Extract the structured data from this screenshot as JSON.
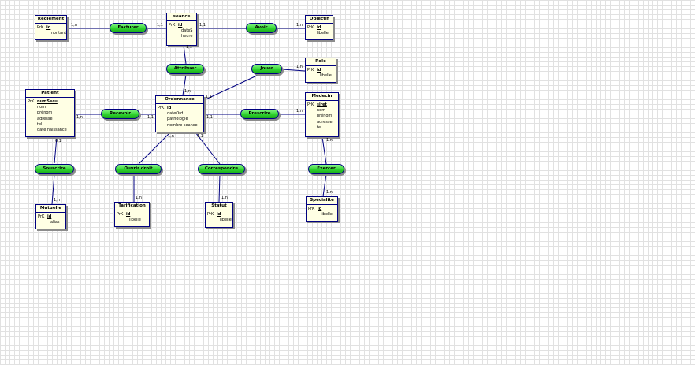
{
  "entities": {
    "reglement": {
      "title": "Reglement",
      "pk": "PrK",
      "key": "id",
      "attrs": [
        "montant"
      ]
    },
    "seance": {
      "title": "seance",
      "pk": "PrK",
      "key": "id",
      "attrs": [
        "dateS",
        "heure"
      ]
    },
    "objectif": {
      "title": "Objectif",
      "pk": "PrK",
      "key": "id",
      "attrs": [
        "libelle"
      ]
    },
    "role": {
      "title": "Role",
      "pk": "PrK",
      "key": "id",
      "attrs": [
        "libelle"
      ]
    },
    "patient": {
      "title": "Patient",
      "pk": "PrK",
      "key": "numSecu",
      "attrs": [
        "nom",
        "prénom",
        "adresse",
        "tel",
        "date naissance"
      ]
    },
    "ordonnance": {
      "title": "Ordonnance",
      "pk": "PrK",
      "key": "id",
      "attrs": [
        "dateOrd",
        "pathologie",
        "nombre seance"
      ]
    },
    "medecin": {
      "title": "Medecin",
      "pk": "PrK",
      "key": "siret",
      "attrs": [
        "nom",
        "prénom",
        "adresse",
        "tel"
      ]
    },
    "mutuelle": {
      "title": "Mutuelle",
      "pk": "PrK",
      "key": "id",
      "attrs": [
        "alias"
      ]
    },
    "tarification": {
      "title": "Tarification",
      "pk": "PrK",
      "key": "id",
      "attrs": [
        "libelle"
      ]
    },
    "statut": {
      "title": "Statut",
      "pk": "PrK",
      "key": "id",
      "attrs": [
        "libelle"
      ]
    },
    "specialite": {
      "title": "Spécialité",
      "pk": "PrK",
      "key": "id",
      "attrs": [
        "libelle"
      ]
    }
  },
  "relations": {
    "facturer": "Facturer",
    "avoir": "Avoir",
    "attribuer": "Attribuer",
    "jouer": "Jouer",
    "recevoir": "Recevoir",
    "prescrire": "Prescrire",
    "souscrire": "Souscrire",
    "ouvrir_droit": "Ouvrir droit",
    "correspondre": "Correspondre",
    "exercer": "Exercer"
  },
  "cardinalities": {
    "reglement_facturer": "1,n",
    "seance_facturer": "1,1",
    "seance_avoir": "1,1",
    "objectif_avoir": "1,n",
    "seance_attribuer": "1,1",
    "ordonnance_attribuer": "1,n",
    "role_jouer": "1,n",
    "ordonnance_jouer": "1,1",
    "patient_recevoir": "1,n",
    "ordonnance_recevoir": "1,1",
    "ordonnance_prescrire": "1,1",
    "medecin_prescrire": "1,n",
    "patient_souscrire": "0,1",
    "mutuelle_souscrire": "1,n",
    "ordonnance_ouvrir": "1,n",
    "tarification_ouvrir": "1,n",
    "ordonnance_correspondre": "1,1",
    "statut_correspondre": "1,n",
    "medecin_exercer": "1,n",
    "specialite_exercer": "1,n"
  },
  "colors": {
    "line": "#000080",
    "entity_fill": "#ffffe4",
    "relation_fill": "#2fd52f",
    "grid": "#e1e1e1"
  }
}
